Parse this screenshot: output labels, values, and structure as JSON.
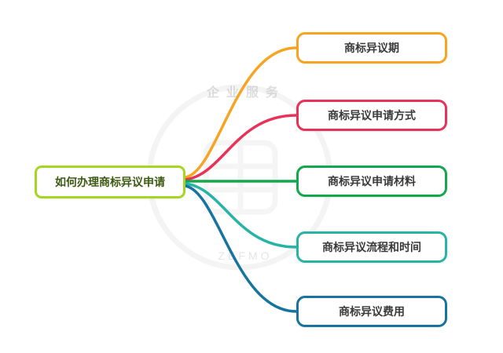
{
  "root": {
    "label": "如何办理商标异议申请",
    "border_color": "#a6d524"
  },
  "branches": [
    {
      "label": "商标异议期",
      "color": "#f7a423"
    },
    {
      "label": "商标异议申请方式",
      "color": "#e83358"
    },
    {
      "label": "商标异议申请材料",
      "color": "#13a84e"
    },
    {
      "label": "商标异议流程和时间",
      "color": "#27b4a6"
    },
    {
      "label": "商标异议费用",
      "color": "#17749f"
    }
  ],
  "watermark": {
    "top_text": "企业服务",
    "bottom_text": "ZEFMO"
  }
}
